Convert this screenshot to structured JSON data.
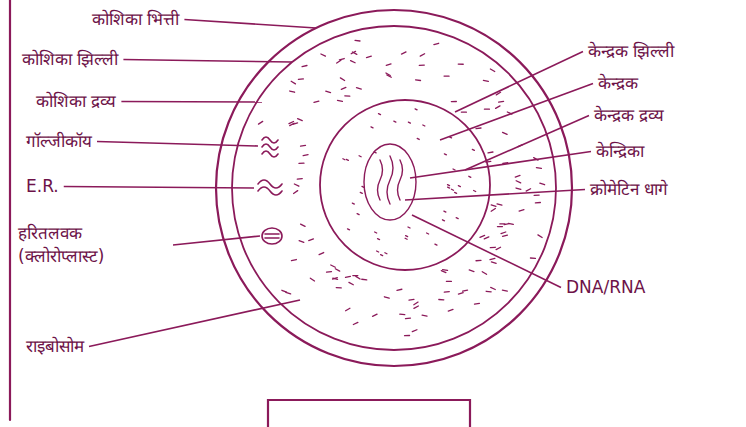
{
  "diagram": {
    "labels": [
      "कोशिका भित्ती",
      "कोशिका झिल्ली",
      "कोशिका द्रव्य",
      "गॉल्जीकॉय",
      "E.R.",
      "हरितलवक (क्लोरोप्लास्ट)",
      "राइबोसोम",
      "केन्द्रक झिल्ली",
      "केन्द्रक",
      "केन्द्रक द्रव्य",
      "केन्द्रिका",
      "क्रोमेटिन धागे",
      "DNA/RNA"
    ]
  }
}
